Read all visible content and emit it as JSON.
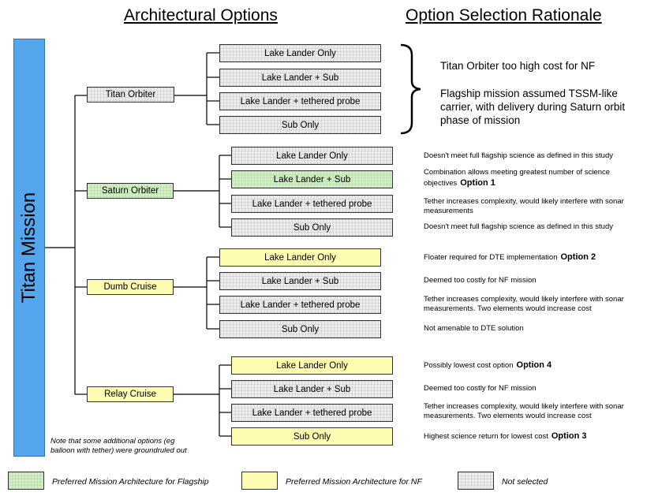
{
  "headings": {
    "architectural_options": "Architectural Options",
    "option_selection_rationale": "Option Selection Rationale"
  },
  "root_label": "Titan Mission",
  "carriers": [
    {
      "label": "Titan Orbiter",
      "options": [
        {
          "label": "Lake Lander Only",
          "status": "not-selected"
        },
        {
          "label": "Lake Lander + Sub",
          "status": "not-selected"
        },
        {
          "label": "Lake Lander + tethered probe",
          "status": "not-selected"
        },
        {
          "label": "Sub Only",
          "status": "not-selected"
        }
      ],
      "rationale_lines": [
        "Titan Orbiter too high cost for NF",
        "Flagship mission assumed TSSM-like",
        "carrier, with delivery during Saturn orbit",
        "phase of mission"
      ]
    },
    {
      "label": "Saturn Orbiter",
      "options": [
        {
          "label": "Lake Lander Only",
          "status": "not-selected",
          "rationale": [
            "Doesn't meet full flagship science as defined in this study"
          ],
          "tag": ""
        },
        {
          "label": "Lake Lander + Sub",
          "status": "preferred-flagship",
          "rationale": [
            "Combination allows meeting greatest number of science",
            "objectives"
          ],
          "tag": "Option 1"
        },
        {
          "label": "Lake Lander + tethered probe",
          "status": "not-selected",
          "rationale": [
            "Tether increases complexity, would likely interfere with sonar",
            "measurements"
          ],
          "tag": ""
        },
        {
          "label": "Sub Only",
          "status": "not-selected",
          "rationale": [
            "Doesn't meet full flagship science as defined in this study"
          ],
          "tag": ""
        }
      ]
    },
    {
      "label": "Dumb Cruise",
      "options": [
        {
          "label": "Lake Lander Only",
          "status": "preferred-nf",
          "rationale": [
            "Floater required for DTE implementation"
          ],
          "tag": "Option 2"
        },
        {
          "label": "Lake Lander + Sub",
          "status": "not-selected",
          "rationale": [
            "Deemed too costly for NF mission"
          ],
          "tag": ""
        },
        {
          "label": "Lake Lander + tethered probe",
          "status": "not-selected",
          "rationale": [
            "Tether increases complexity, would likely interfere with sonar",
            "measurements.  Two elements would increase cost"
          ],
          "tag": ""
        },
        {
          "label": "Sub Only",
          "status": "not-selected",
          "rationale": [
            "Not amenable to DTE solution"
          ],
          "tag": ""
        }
      ]
    },
    {
      "label": "Relay Cruise",
      "options": [
        {
          "label": "Lake Lander Only",
          "status": "preferred-nf",
          "rationale": [
            "Possibly lowest cost option"
          ],
          "tag": "Option 4"
        },
        {
          "label": "Lake Lander + Sub",
          "status": "not-selected",
          "rationale": [
            "Deemed too costly for NF mission"
          ],
          "tag": ""
        },
        {
          "label": "Lake Lander + tethered probe",
          "status": "not-selected",
          "rationale": [
            "Tether increases complexity, would likely interfere with sonar",
            "measurements.  Two elements would increase cost"
          ],
          "tag": ""
        },
        {
          "label": "Sub Only",
          "status": "preferred-nf",
          "rationale": [
            "Highest science return for lowest cost"
          ],
          "tag": "Option 3"
        }
      ]
    }
  ],
  "note_lines": [
    "Note that  some additional options (eg",
    "balloon with tether) were groundruled out"
  ],
  "legend": [
    {
      "label": "Preferred Mission Architecture for Flagship",
      "status": "preferred-flagship"
    },
    {
      "label": "Preferred Mission Architecture for NF",
      "status": "preferred-nf"
    },
    {
      "label": "Not selected",
      "status": "not-selected"
    }
  ],
  "colors": {
    "root_fill": "#55a6ec",
    "preferred_flagship": "#d2f0c4",
    "preferred_nf": "#fdfcb0",
    "not_selected": "#ececec"
  }
}
